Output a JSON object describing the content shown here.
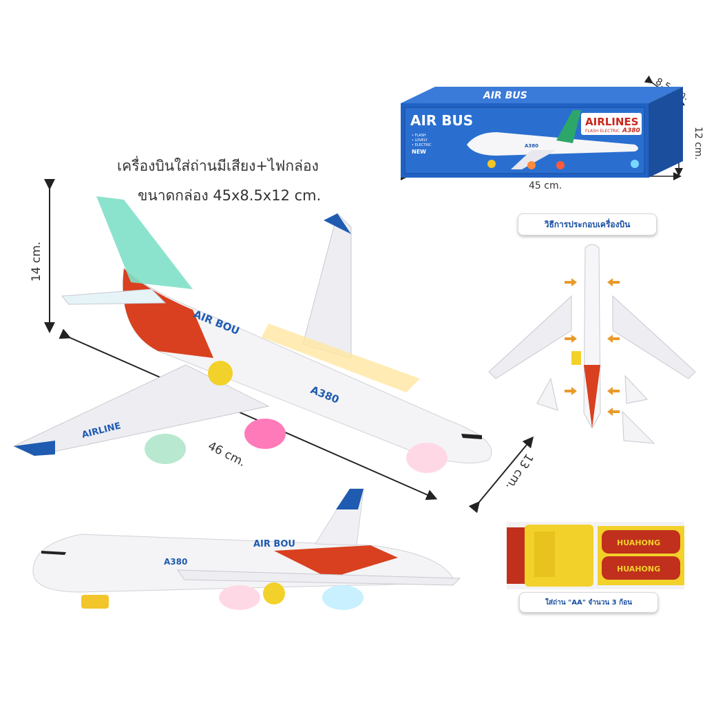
{
  "product": {
    "title_th": "เครื่องบินใส่ถ่านมีเสียง+ไฟกล่อง",
    "box_size_th": "ขนาดกล่อง 45x8.5x12 cm."
  },
  "dimensions": {
    "height": "14 cm.",
    "length": "46 cm.",
    "wingspan": "13 cm.",
    "box_length": "45 cm.",
    "box_height": "12 cm.",
    "box_depth": "8.5 cm."
  },
  "box": {
    "brand_top": "AIR BUS",
    "brand_left": "AIR BUS",
    "airlines": "AIRLINES",
    "flash": "FLASH ELECTRIC",
    "model": "A380",
    "features": [
      "• FLASH",
      "• LOVELY",
      "• ELECTRIC"
    ],
    "new": "NEW"
  },
  "plane": {
    "fuselage_text": "AIR BOU",
    "model_text": "A380",
    "wing_text": "AIRLINE"
  },
  "assembly": {
    "label": "วิธีการประกอบเครื่องบิน"
  },
  "battery": {
    "brand": "HUAHONG",
    "caption": "ใส่ถ่าน \"AA\" จำนวน 3 ก้อน"
  },
  "colors": {
    "plane_body": "#f4f4f6",
    "plane_red": "#d8401f",
    "plane_blue": "#1f5bb0",
    "tail_green": "#7fe0c8",
    "box_blue": "#2060c0",
    "battery_yellow": "#f2d12a",
    "battery_red": "#c0301c"
  }
}
